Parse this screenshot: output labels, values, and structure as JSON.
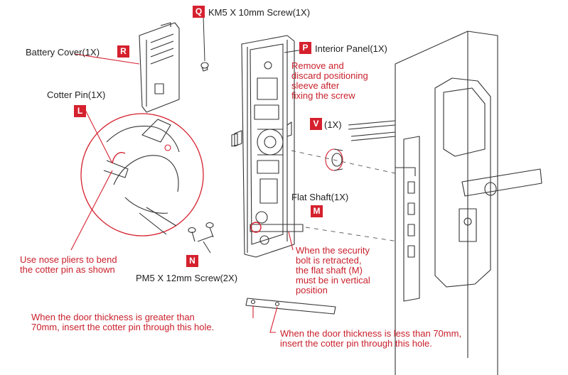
{
  "parts": {
    "q": {
      "badge": "Q",
      "label": "KM5 X 10mm Screw(1X)"
    },
    "r": {
      "badge": "R",
      "label": "Battery Cover(1X)"
    },
    "p": {
      "badge": "P",
      "label": "Interior Panel(1X)"
    },
    "l": {
      "badge": "L",
      "label": "Cotter Pin(1X)"
    },
    "v": {
      "badge": "V",
      "label": "(1X)"
    },
    "m": {
      "badge": "M",
      "label": "Flat Shaft(1X)"
    },
    "n": {
      "badge": "N",
      "label": "PM5 X 12mm Screw(2X)"
    }
  },
  "notes": {
    "remove_sleeve": [
      "Remove and",
      "discard positioning",
      "sleeve after",
      "fixing the screw"
    ],
    "pliers": [
      "Use nose pliers to bend",
      "the cotter pin as shown"
    ],
    "security_bolt": [
      "When the security",
      "bolt is retracted,",
      "the flat shaft (M)",
      "must be in vertical",
      "position"
    ],
    "thick_door": [
      "When the door thickness is greater than",
      "70mm, insert the cotter pin through this hole."
    ],
    "thin_door": [
      "When the door thickness is less than 70mm,",
      "insert the cotter pin through this hole."
    ]
  },
  "colors": {
    "accent": "#d5202e",
    "note_text": "#c9202c",
    "line": "#333333"
  }
}
